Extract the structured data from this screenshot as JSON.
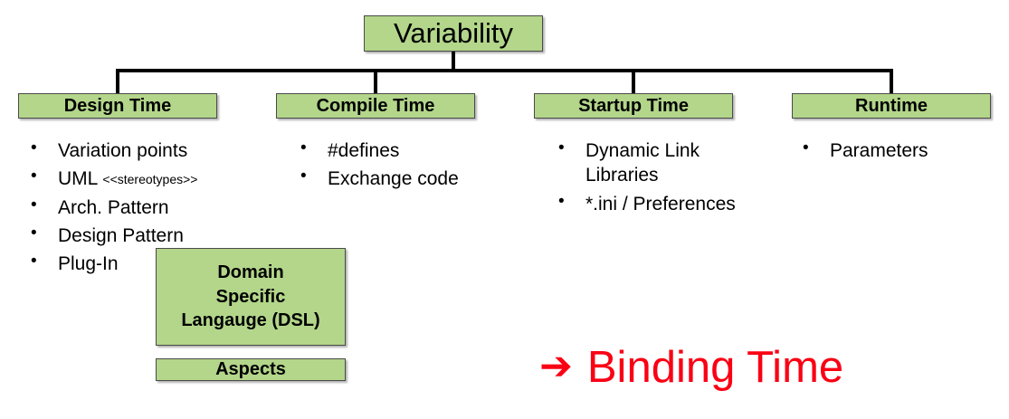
{
  "root": {
    "label": "Variability"
  },
  "categories": [
    {
      "key": "design",
      "label": "Design Time",
      "items": [
        {
          "text": "Variation points"
        },
        {
          "text": "UML ",
          "small": "<<stereotypes>>"
        },
        {
          "text": "Arch. Pattern"
        },
        {
          "text": "Design Pattern"
        },
        {
          "text": "Plug-In"
        }
      ]
    },
    {
      "key": "compile",
      "label": "Compile Time",
      "items": [
        {
          "text": "#defines"
        },
        {
          "text": "Exchange code"
        }
      ]
    },
    {
      "key": "startup",
      "label": "Startup Time",
      "items": [
        {
          "text": "Dynamic Link Libraries"
        },
        {
          "text": "*.ini / Preferences"
        }
      ]
    },
    {
      "key": "runtime",
      "label": "Runtime",
      "items": [
        {
          "text": "Parameters"
        }
      ]
    }
  ],
  "extra_boxes": {
    "dsl": {
      "line1": "Domain",
      "line2": "Specific",
      "line3": "Langauge (DSL)"
    },
    "aspects": {
      "label": "Aspects"
    }
  },
  "callout": {
    "arrow": "➔",
    "label": "Binding Time",
    "color": "#fa0014"
  },
  "colors": {
    "box_fill": "#b3d68a",
    "box_border": "#4a4a4a",
    "connector": "#000000",
    "text": "#000000",
    "accent_red": "#fa0014"
  }
}
